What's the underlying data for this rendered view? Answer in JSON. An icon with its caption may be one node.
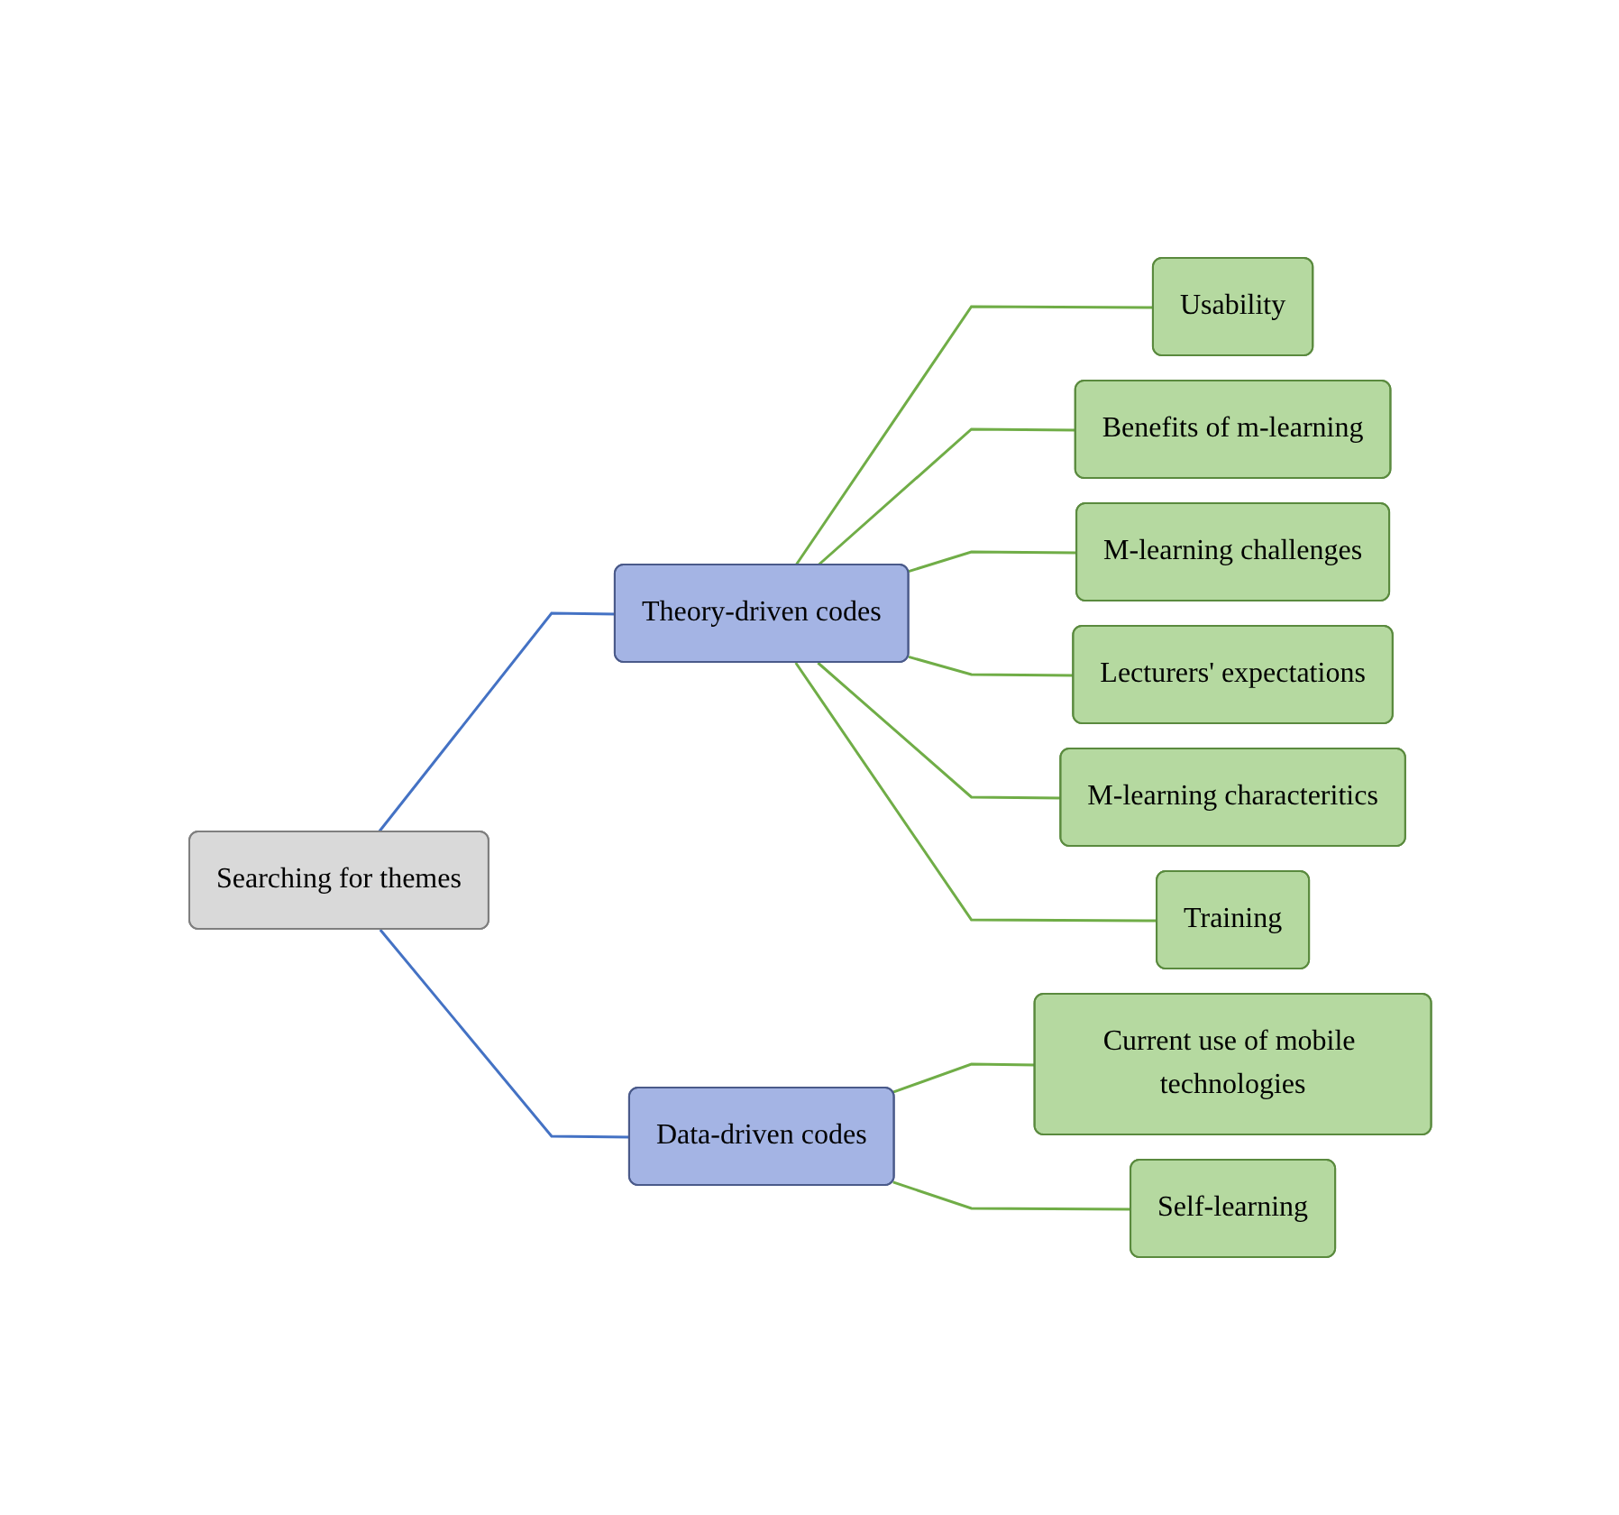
{
  "diagram": {
    "nodes": [
      {
        "text": [
          "Searching for themes"
        ]
      },
      {
        "text": [
          "Theory-driven codes"
        ]
      },
      {
        "text": [
          "Data-driven codes"
        ]
      },
      {
        "text": [
          "Usability"
        ]
      },
      {
        "text": [
          "Benefits of m-learning"
        ]
      },
      {
        "text": [
          "M-learning challenges"
        ]
      },
      {
        "text": [
          "Lecturers' expectations"
        ]
      },
      {
        "text": [
          "M-learning characteritics"
        ]
      },
      {
        "text": [
          "Training"
        ]
      },
      {
        "text": [
          "Current use of mobile technologies"
        ]
      },
      {
        "text": [
          "Self-learning"
        ]
      }
    ],
    "edges": [
      {
        "from": 0,
        "to": 1,
        "arrow": "none",
        "color": "#4472c4"
      },
      {
        "from": 0,
        "to": 2,
        "arrow": "none",
        "color": "#4472c4"
      },
      {
        "from": 1,
        "to": 3,
        "arrow": "none"
      },
      {
        "from": 1,
        "to": 4,
        "arrow": "none"
      },
      {
        "from": 1,
        "to": 5,
        "arrow": "none"
      },
      {
        "from": 1,
        "to": 6,
        "arrow": "none"
      },
      {
        "from": 1,
        "to": 7,
        "arrow": "none"
      },
      {
        "from": 1,
        "to": 8,
        "arrow": "none"
      },
      {
        "from": 2,
        "to": 9,
        "arrow": "none"
      },
      {
        "from": 2,
        "to": 10,
        "arrow": "none"
      }
    ]
  }
}
